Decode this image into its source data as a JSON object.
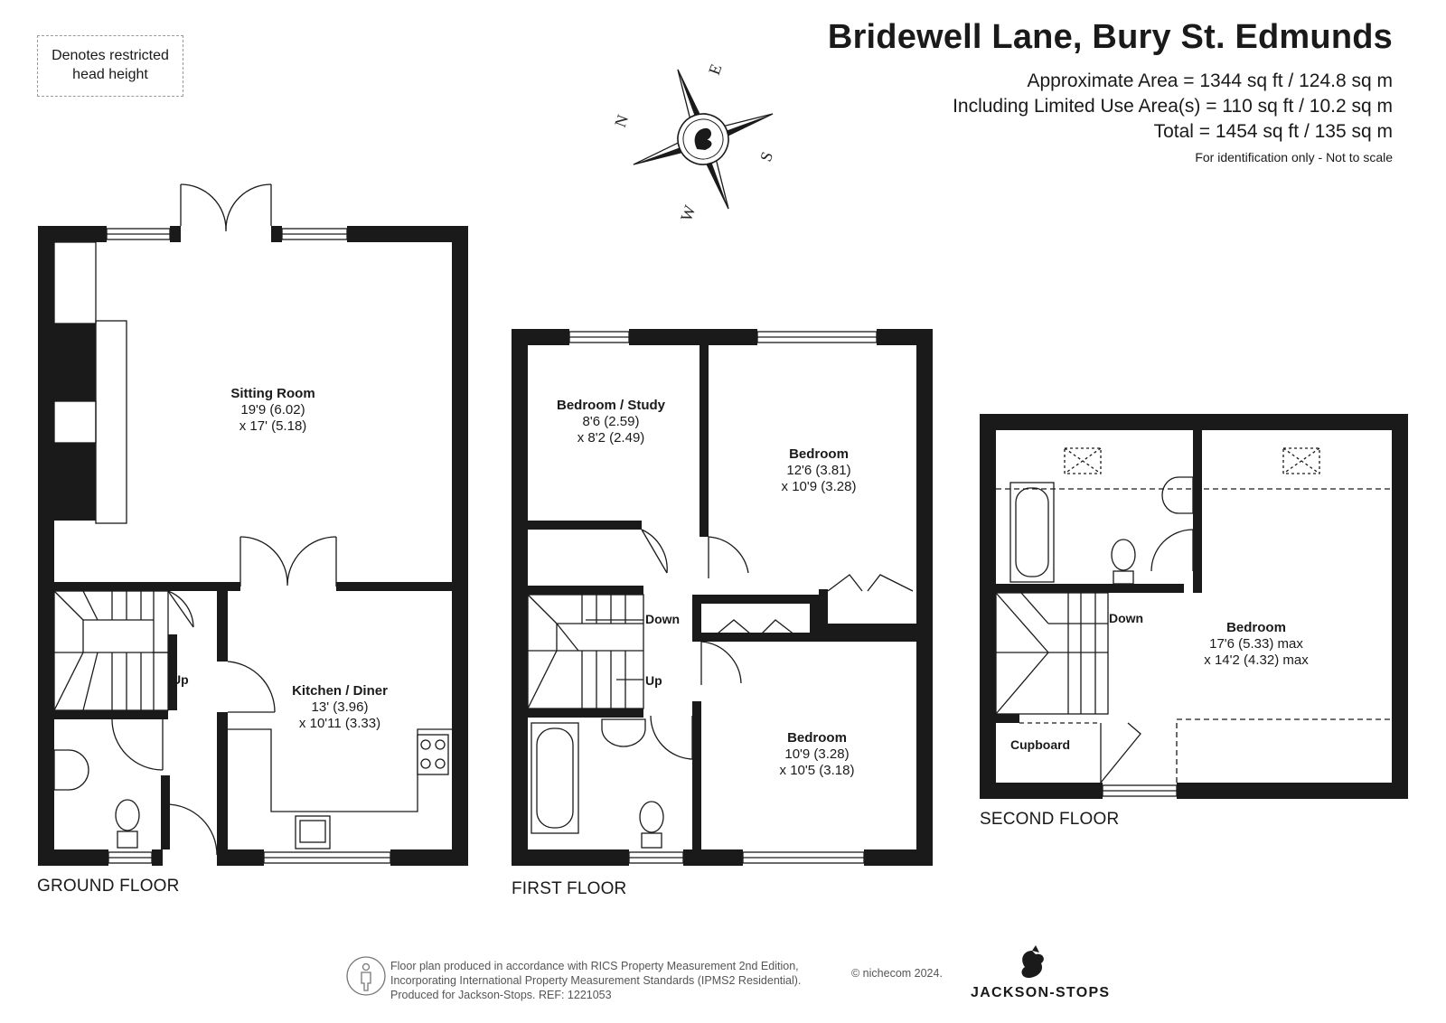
{
  "header": {
    "title": "Bridewell Lane, Bury St. Edmunds",
    "approx_area": "Approximate Area = 1344 sq ft / 124.8 sq m",
    "limited_use": "Including Limited Use Area(s) = 110 sq ft / 10.2 sq m",
    "total": "Total = 1454 sq ft / 135 sq m",
    "disclaimer": "For identification only - Not to scale"
  },
  "legend": {
    "line1": "Denotes restricted",
    "line2": "head height"
  },
  "compass": {
    "n": "N",
    "e": "E",
    "s": "S",
    "w": "W"
  },
  "ground_floor": {
    "label": "GROUND FLOOR",
    "sitting_room": {
      "name": "Sitting Room",
      "dim1": "19'9 (6.02)",
      "dim2": "x 17' (5.18)"
    },
    "kitchen": {
      "name": "Kitchen / Diner",
      "dim1": "13' (3.96)",
      "dim2": "x 10'11 (3.33)"
    },
    "stairs": "Up"
  },
  "first_floor": {
    "label": "FIRST FLOOR",
    "bedroom_study": {
      "name": "Bedroom / Study",
      "dim1": "8'6 (2.59)",
      "dim2": "x 8'2 (2.49)"
    },
    "bedroom_a": {
      "name": "Bedroom",
      "dim1": "12'6 (3.81)",
      "dim2": "x 10'9 (3.28)"
    },
    "bedroom_b": {
      "name": "Bedroom",
      "dim1": "10'9 (3.28)",
      "dim2": "x 10'5 (3.18)"
    },
    "stairs_down": "Down",
    "stairs_up": "Up"
  },
  "second_floor": {
    "label": "SECOND FLOOR",
    "bedroom": {
      "name": "Bedroom",
      "dim1": "17'6 (5.33) max",
      "dim2": "x 14'2 (4.32) max"
    },
    "cupboard": "Cupboard",
    "stairs_down": "Down"
  },
  "footer": {
    "line1": "Floor plan produced in accordance with RICS Property Measurement 2nd Edition,",
    "line2": "Incorporating International Property Measurement Standards (IPMS2 Residential).",
    "line3": "Produced for Jackson-Stops.   REF:  1221053",
    "credit": "© nichecom 2024.",
    "brand": "JACKSON-STOPS"
  }
}
